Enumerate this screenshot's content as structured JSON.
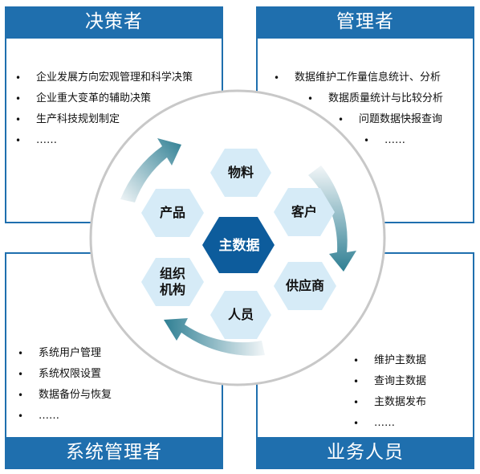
{
  "panels": {
    "top_left": {
      "title": "决策者",
      "items": [
        "企业发展方向宏观管理和科学决策",
        "企业重大变革的辅助决策",
        "生产科技规划制定",
        "……"
      ]
    },
    "top_right": {
      "title": "管理者",
      "items": [
        "数据维护工作量信息统计、分析",
        "数据质量统计与比较分析",
        "问题数据快报查询",
        "……"
      ]
    },
    "bottom_left": {
      "title": "系统管理者",
      "items": [
        "系统用户管理",
        "系统权限设置",
        "数据备份与恢复",
        "……"
      ]
    },
    "bottom_right": {
      "title": "业务人员",
      "items": [
        "维护主数据",
        "查询主数据",
        "主数据发布",
        "……"
      ]
    }
  },
  "hub": {
    "center": "主数据",
    "items": [
      "物料",
      "客户",
      "供应商",
      "人员",
      "组织机构",
      "产品"
    ]
  },
  "colors": {
    "primary": "#1f6fae",
    "hex_light": "#d6ebf7",
    "hex_dark": "#0d5c9c",
    "arrow": "#2f7f93"
  }
}
